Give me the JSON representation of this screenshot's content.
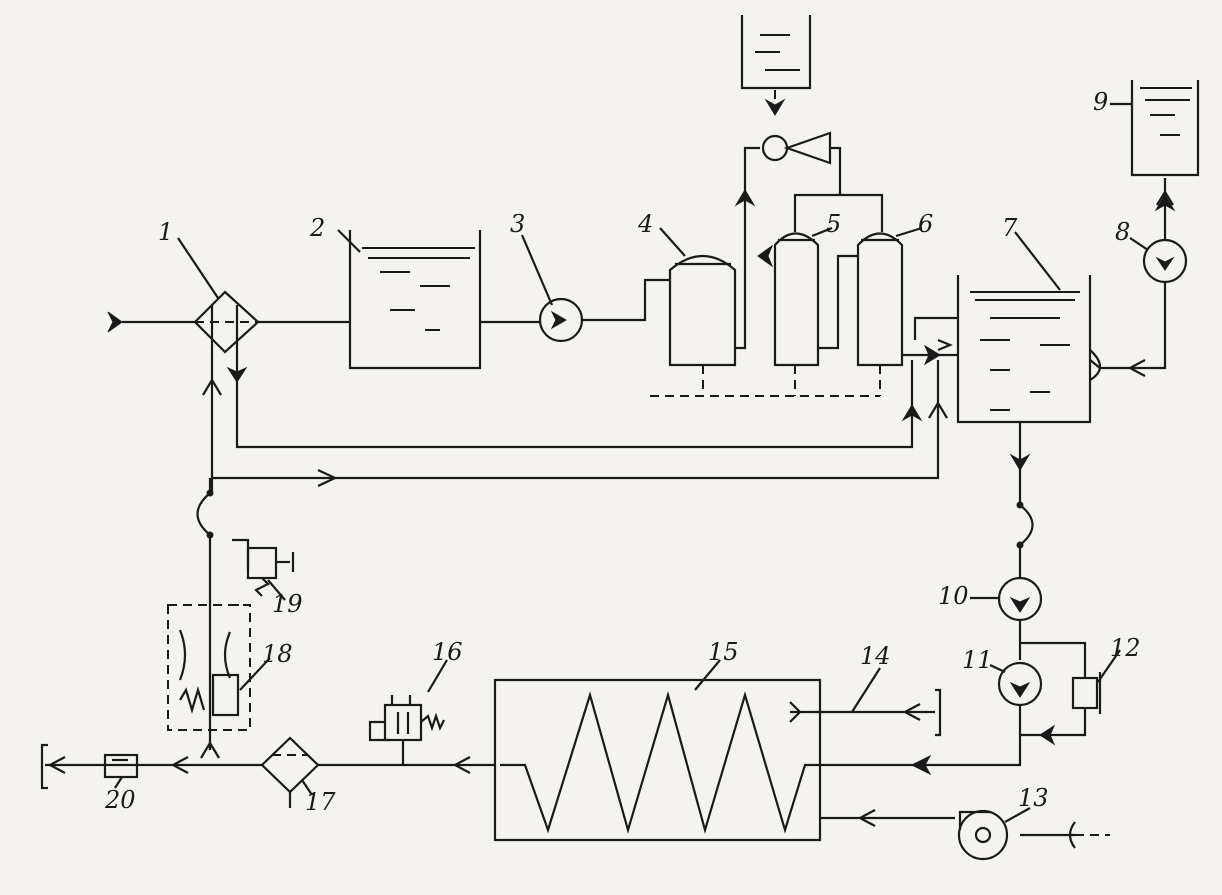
{
  "diagram": {
    "labels": {
      "n1": "1",
      "n2": "2",
      "n3": "3",
      "n4": "4",
      "n5": "5",
      "n6": "6",
      "n7": "7",
      "n8": "8",
      "n9": "9",
      "n10": "10",
      "n11": "11",
      "n12": "12",
      "n13": "13",
      "n14": "14",
      "n15": "15",
      "n16": "16",
      "n17": "17",
      "n18": "18",
      "n19": "19",
      "n20": "20"
    }
  }
}
